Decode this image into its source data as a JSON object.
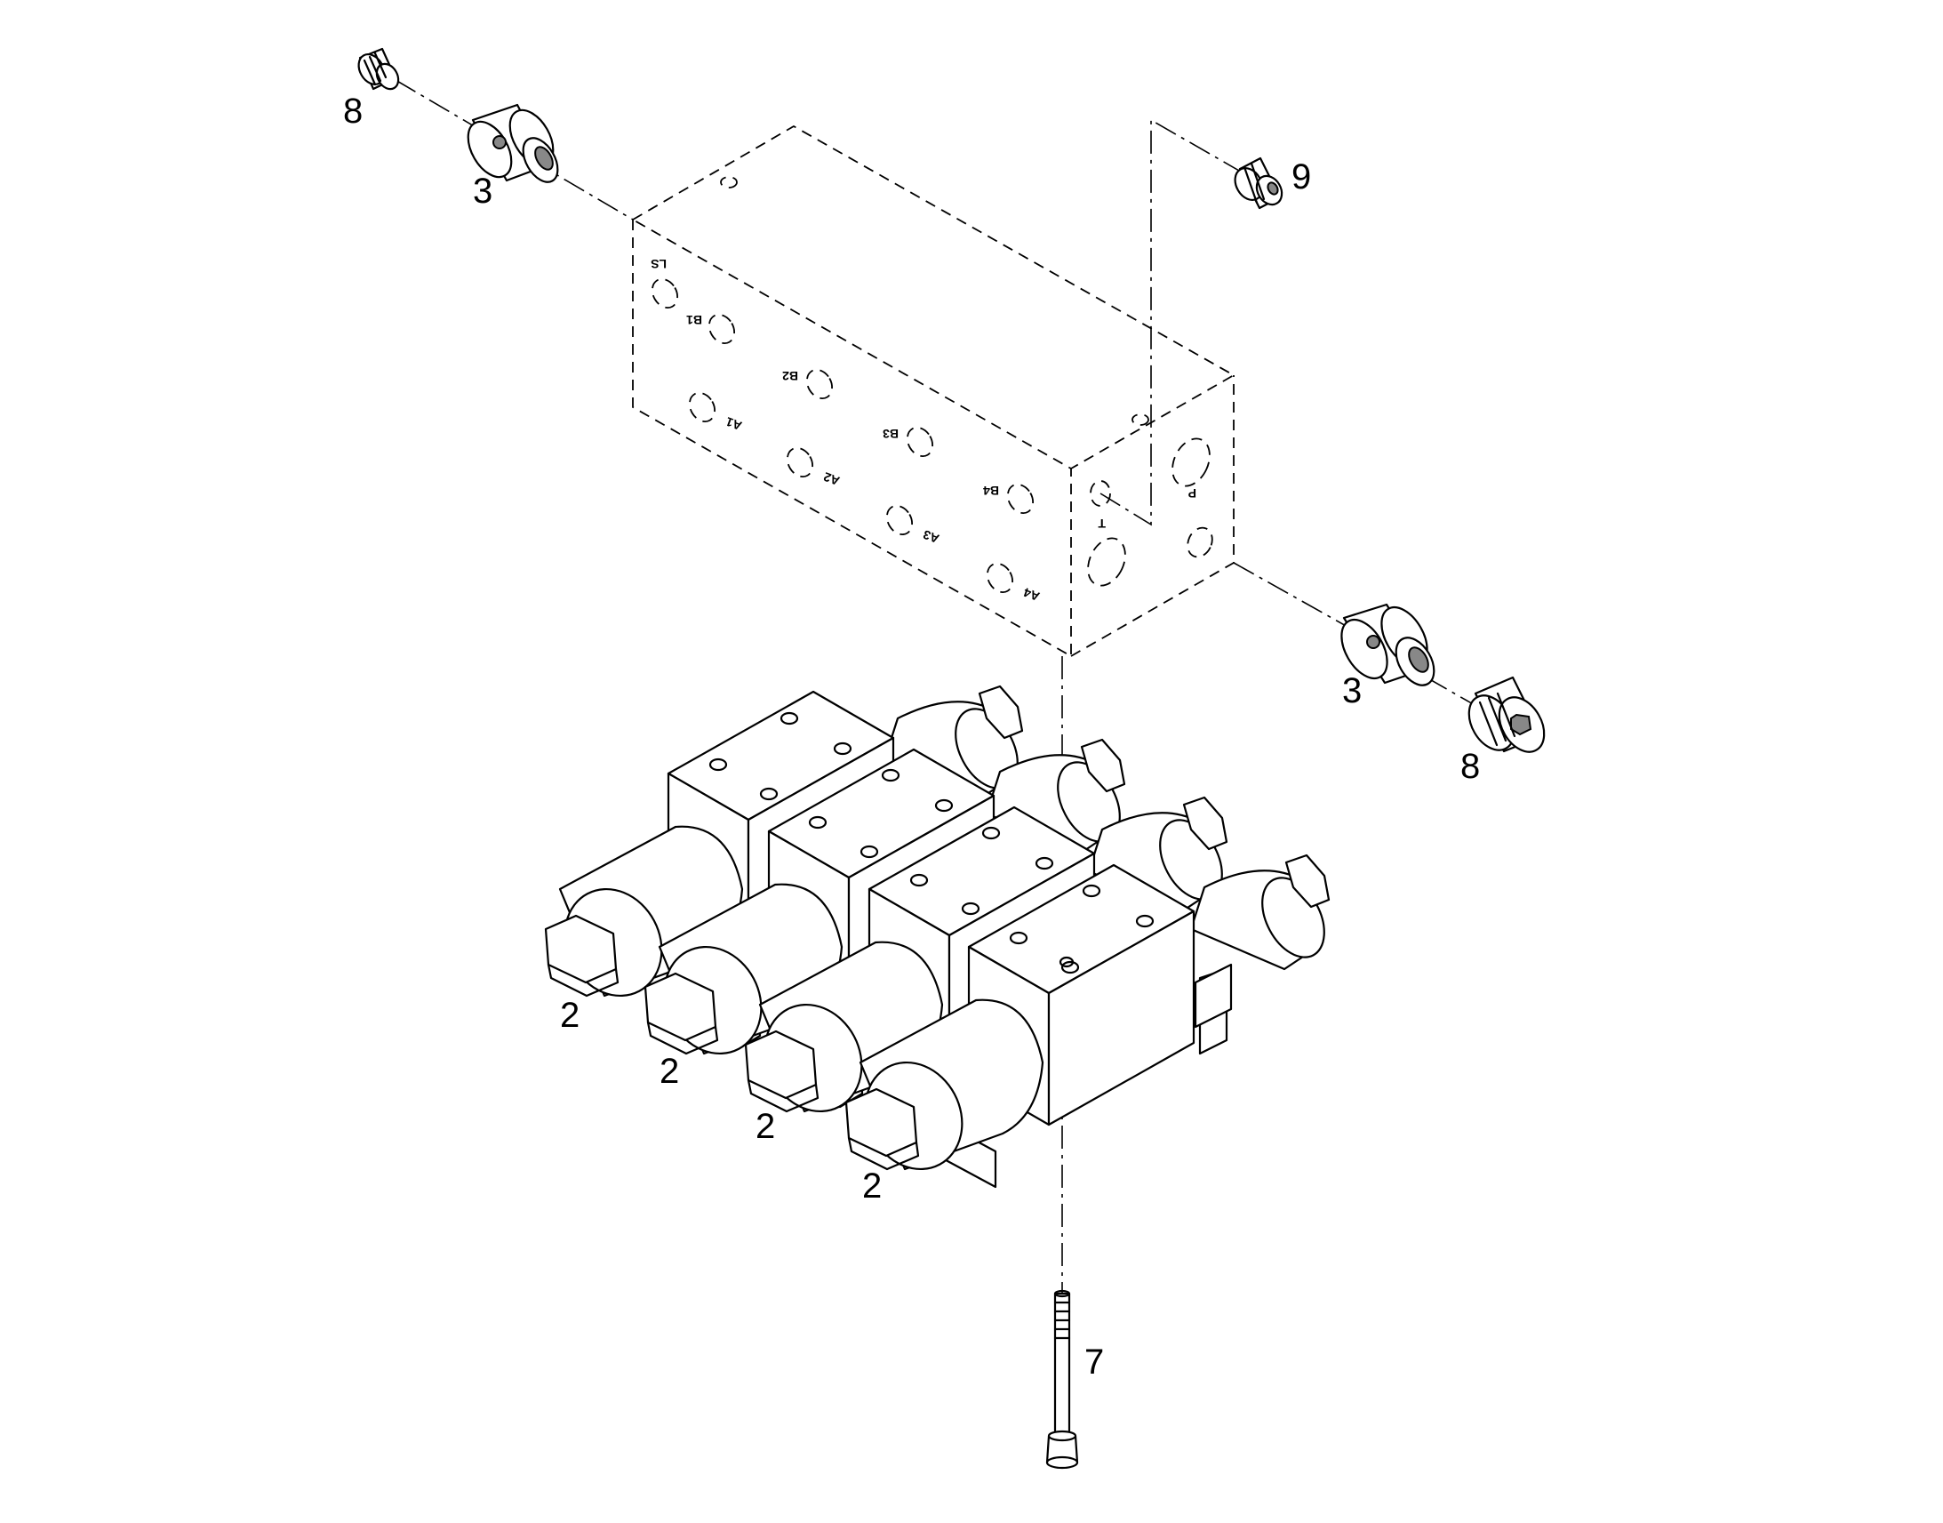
{
  "callouts": {
    "plug_top": "8",
    "cartridge_top": "3",
    "plug_side": "9",
    "cartridge_right": "3",
    "plug_right": "8",
    "bolt": "7",
    "solenoid_1": "2",
    "solenoid_2": "2",
    "solenoid_3": "2",
    "solenoid_4": "2"
  },
  "ports": {
    "ls": "LS",
    "b1": "B1",
    "b2": "B2",
    "b3": "B3",
    "b4": "B4",
    "a1": "A1",
    "a2": "A2",
    "a3": "A3",
    "a4": "A4",
    "t": "T",
    "p": "P"
  }
}
